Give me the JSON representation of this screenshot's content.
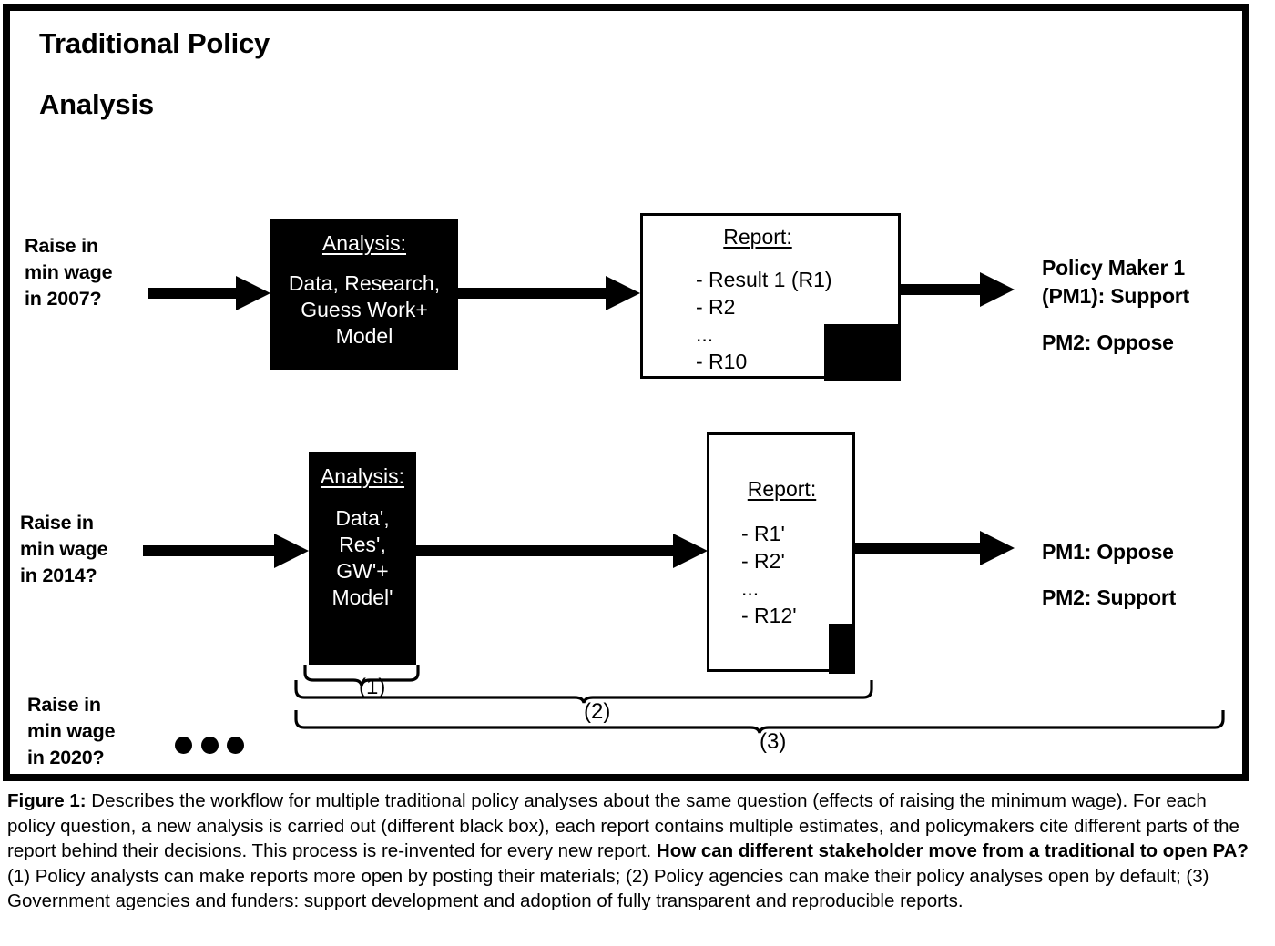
{
  "figure": {
    "title_line1": "Traditional Policy",
    "title_line2": "Analysis",
    "rows": [
      {
        "question": "Raise in\nmin wage\nin 2007?",
        "analysis_heading": "Analysis:",
        "analysis_body": "Data, Research,\nGuess Work+\nModel",
        "report_heading": "Report:",
        "report_lines": "- Result 1 (R1)\n- R2\n...\n- R10",
        "outcome_line1": "Policy Maker 1\n(PM1): Support",
        "outcome_line2": "PM2: Oppose"
      },
      {
        "question": "Raise in\nmin wage\nin 2014?",
        "analysis_heading": "Analysis:",
        "analysis_body": "Data',\nRes',\nGW'+\nModel'",
        "report_heading": "Report:",
        "report_lines": "- R1'\n- R2'\n...\n- R12'",
        "outcome_line1": "PM1: Oppose",
        "outcome_line2": "PM2: Support"
      },
      {
        "question": "Raise in\nmin wage\nin 2020?"
      }
    ],
    "braces": [
      {
        "label": "(1)"
      },
      {
        "label": "(2)"
      },
      {
        "label": "(3)"
      }
    ],
    "colors": {
      "ink": "#000000",
      "paper": "#ffffff"
    }
  },
  "caption": {
    "label": "Figure 1:",
    "text_part1": " Describes the workflow for multiple traditional policy analyses about the same question (effects of raising the minimum wage). For each policy question, a new analysis is carried out (different black box), each report contains multiple estimates, and policymakers cite different parts of the report behind their decisions. This process is re-invented for every new report. ",
    "bold_question": "How can different stakeholder move from a traditional to open PA?",
    "text_part2": " (1) Policy analysts can make reports more open by posting their materials; (2) Policy agencies can make their policy analyses open by default; (3) Government agencies and funders: support development and adoption of fully transparent and reproducible reports."
  }
}
